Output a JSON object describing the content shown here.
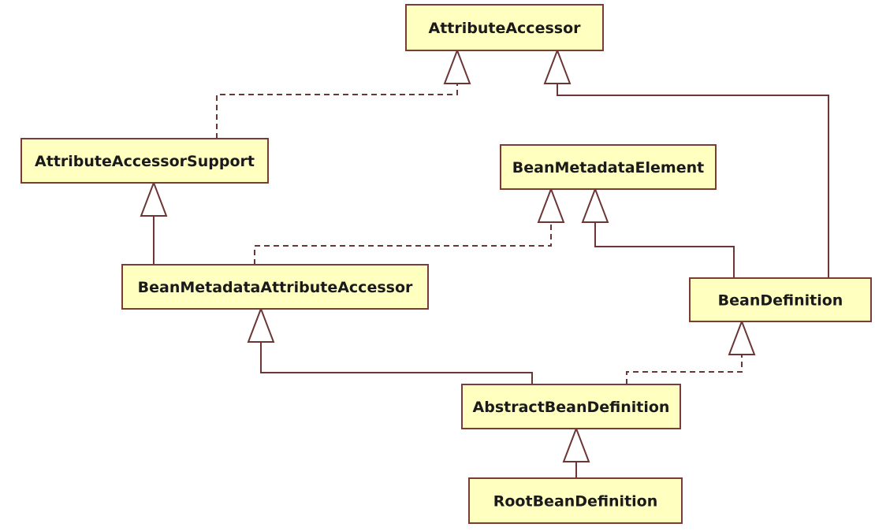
{
  "diagram": {
    "type": "UML class diagram",
    "classes": [
      {
        "id": "AttributeAccessor",
        "name": "AttributeAccessor"
      },
      {
        "id": "AttributeAccessorSupport",
        "name": "AttributeAccessorSupport"
      },
      {
        "id": "BeanMetadataElement",
        "name": "BeanMetadataElement"
      },
      {
        "id": "BeanMetadataAttributeAccessor",
        "name": "BeanMetadataAttributeAccessor"
      },
      {
        "id": "BeanDefinition",
        "name": "BeanDefinition"
      },
      {
        "id": "AbstractBeanDefinition",
        "name": "AbstractBeanDefinition"
      },
      {
        "id": "RootBeanDefinition",
        "name": "RootBeanDefinition"
      }
    ],
    "relations": [
      {
        "from": "AttributeAccessorSupport",
        "to": "AttributeAccessor",
        "kind": "realization"
      },
      {
        "from": "BeanDefinition",
        "to": "AttributeAccessor",
        "kind": "generalization"
      },
      {
        "from": "BeanMetadataAttributeAccessor",
        "to": "AttributeAccessorSupport",
        "kind": "generalization"
      },
      {
        "from": "BeanMetadataAttributeAccessor",
        "to": "BeanMetadataElement",
        "kind": "realization"
      },
      {
        "from": "BeanDefinition",
        "to": "BeanMetadataElement",
        "kind": "generalization"
      },
      {
        "from": "AbstractBeanDefinition",
        "to": "BeanMetadataAttributeAccessor",
        "kind": "generalization"
      },
      {
        "from": "AbstractBeanDefinition",
        "to": "BeanDefinition",
        "kind": "realization"
      },
      {
        "from": "RootBeanDefinition",
        "to": "AbstractBeanDefinition",
        "kind": "generalization"
      }
    ]
  },
  "colors": {
    "box_fill": "#ffffc0",
    "box_border": "#7a3b3b",
    "line": "#6e3535",
    "text": "#1a1a1a"
  }
}
